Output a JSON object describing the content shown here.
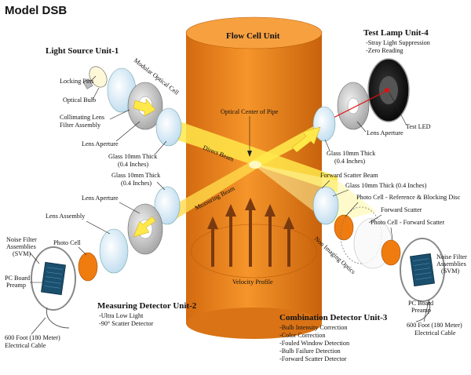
{
  "title": "Model DSB",
  "flow_cell": {
    "title": "Flow Cell Unit",
    "optical_center": "Optical Center of Pipe",
    "direct_beam": "Direct Beam",
    "measuring_beam": "Measuring Beam",
    "velocity_profile": "Velocity Profile"
  },
  "light_source": {
    "title": "Light Source Unit-1",
    "locking_pins": "Locking Pins",
    "optical_bulb": "Optical Bulb",
    "modular_optical_cell": "Modular Optical Cell",
    "collimating_1": "Collimating Lens",
    "collimating_2": "Filter Assembly",
    "lens_aperture": "Lens Aperture",
    "glass_1": "Glass 10mm Thick",
    "glass_2": "(0.4 Inches)"
  },
  "test_lamp": {
    "title": "Test Lamp Unit-4",
    "bullets": [
      "-Stray Light Suppression",
      "-Zero Reading"
    ],
    "lens_aperture": "Lens Aperture",
    "test_led": "Test LED",
    "glass_1": "Glass 10mm Thick",
    "glass_2": "(0.4 Inches)"
  },
  "measuring_detector": {
    "title": "Measuring Detector Unit-2",
    "bullets": [
      "-Ultra Low Light",
      "-90° Scatter Detector"
    ],
    "glass_1": "Glass 10mm Thick",
    "glass_2": "(0.4 Inches)",
    "lens_aperture": "Lens Aperture",
    "lens_assembly": "Lens Assembly",
    "photo_cell": "Photo Cell",
    "noise_filter_1": "Noise Filter",
    "noise_filter_2": "Assemblies",
    "noise_filter_3": "(SVM)",
    "pc_board_1": "PC Board",
    "pc_board_2": "Preamp",
    "cable_1": "600 Foot (180 Meter)",
    "cable_2": "Electrical Cable"
  },
  "combination_detector": {
    "title": "Combination Detector Unit-3",
    "bullets": [
      "-Bulb Intensity Correction",
      "-Color Correction",
      "-Fouled Window Detection",
      "-Bulb Failure Detection",
      "-Forward Scatter Detector"
    ],
    "forward_scatter_beam": "Forward Scatter Beam",
    "glass": "Glass 10mm Thick (0.4 Inches)",
    "photo_cell_ref": "Photo Cell - Reference & Blocking Disc",
    "forward_scatter": "Forward Scatter",
    "photo_cell_fwd": "Photo Cell - Forward Scatter",
    "non_imaging": "Non Imaging Optics",
    "noise_filter_1": "Noise Filter",
    "noise_filter_2": "Assemblies",
    "noise_filter_3": "(SVM)",
    "pc_board_1": "PC Board",
    "pc_board_2": "Preamp",
    "cable_1": "600 Foot (180 Meter)",
    "cable_2": "Electrical Cable"
  },
  "colors": {
    "cylinder": "#f08a1c",
    "cylinder_dark": "#c8640c",
    "beam": "#ffe84a",
    "arrow_brown": "#7a3a10",
    "glass": "#cfe6f4",
    "disc_gray": "#c9c9c9",
    "photo_orange": "#f07c10",
    "led_red": "#e01010"
  }
}
